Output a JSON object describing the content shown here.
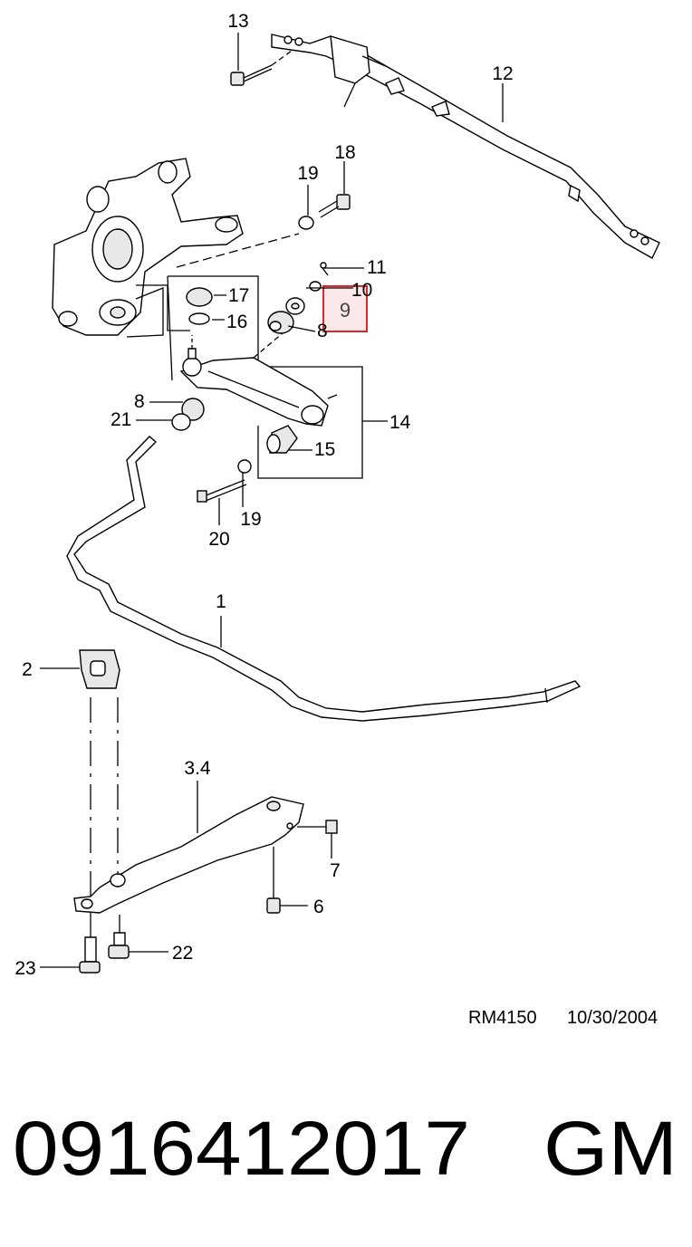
{
  "callouts": {
    "c13": "13",
    "c12": "12",
    "c18": "18",
    "c19a": "19",
    "c11": "11",
    "c10": "10",
    "c17": "17",
    "c9": "9",
    "c16": "16",
    "c8a": "8",
    "c8b": "8",
    "c14": "14",
    "c21": "21",
    "c15": "15",
    "c19b": "19",
    "c20": "20",
    "c1": "1",
    "c2": "2",
    "c34": "3.4",
    "c7": "7",
    "c6": "6",
    "c22": "22",
    "c23": "23"
  },
  "highlight": {
    "label": "9",
    "color": "#d9282f"
  },
  "footer": {
    "ref": "RM4150",
    "date": "10/30/2004"
  },
  "part": {
    "number": "0916412017",
    "brand": "GM"
  }
}
